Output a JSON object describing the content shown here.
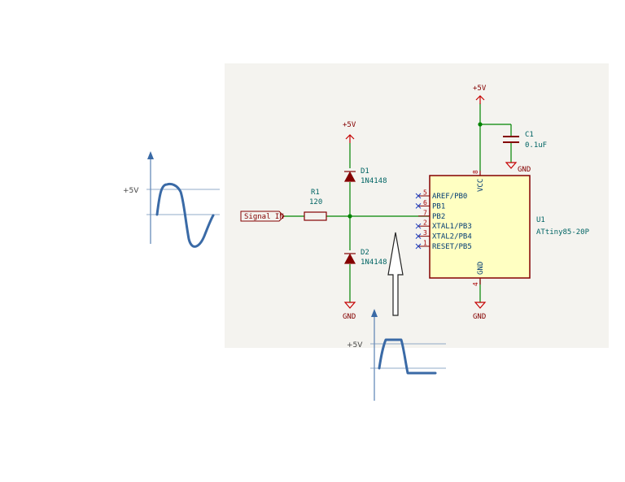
{
  "schematic": {
    "signal_label": "Signal IN",
    "r1": {
      "ref": "R1",
      "value": "120"
    },
    "d1": {
      "ref": "D1",
      "value": "1N4148"
    },
    "d2": {
      "ref": "D2",
      "value": "1N4148"
    },
    "c1": {
      "ref": "C1",
      "value": "0.1uF"
    },
    "u1": {
      "ref": "U1",
      "value": "ATtiny85-20P",
      "pins": [
        {
          "num": "5",
          "name": "AREF/PB0",
          "connected": false
        },
        {
          "num": "6",
          "name": "PB1",
          "connected": false
        },
        {
          "num": "7",
          "name": "PB2",
          "connected": true
        },
        {
          "num": "2",
          "name": "XTAL1/PB3",
          "connected": false
        },
        {
          "num": "3",
          "name": "XTAL2/PB4",
          "connected": false
        },
        {
          "num": "1",
          "name": "RESET/PB5",
          "connected": false
        }
      ],
      "vcc_pin": {
        "num": "8",
        "name": "VCC"
      },
      "gnd_pin": {
        "num": "4",
        "name": "GND"
      }
    },
    "power": {
      "plus5v_label": "+5V",
      "gnd_label": "GND"
    }
  },
  "input_plot": {
    "level_label": "+5V"
  },
  "output_plot": {
    "level_label": "+5V"
  },
  "colors": {
    "sheet_bg": "#f4f3ef",
    "wire": "#008400",
    "component": "#840000",
    "power": "#c40000",
    "plot_line": "#3a6aa6",
    "plot_ref": "#3a6aa6"
  }
}
